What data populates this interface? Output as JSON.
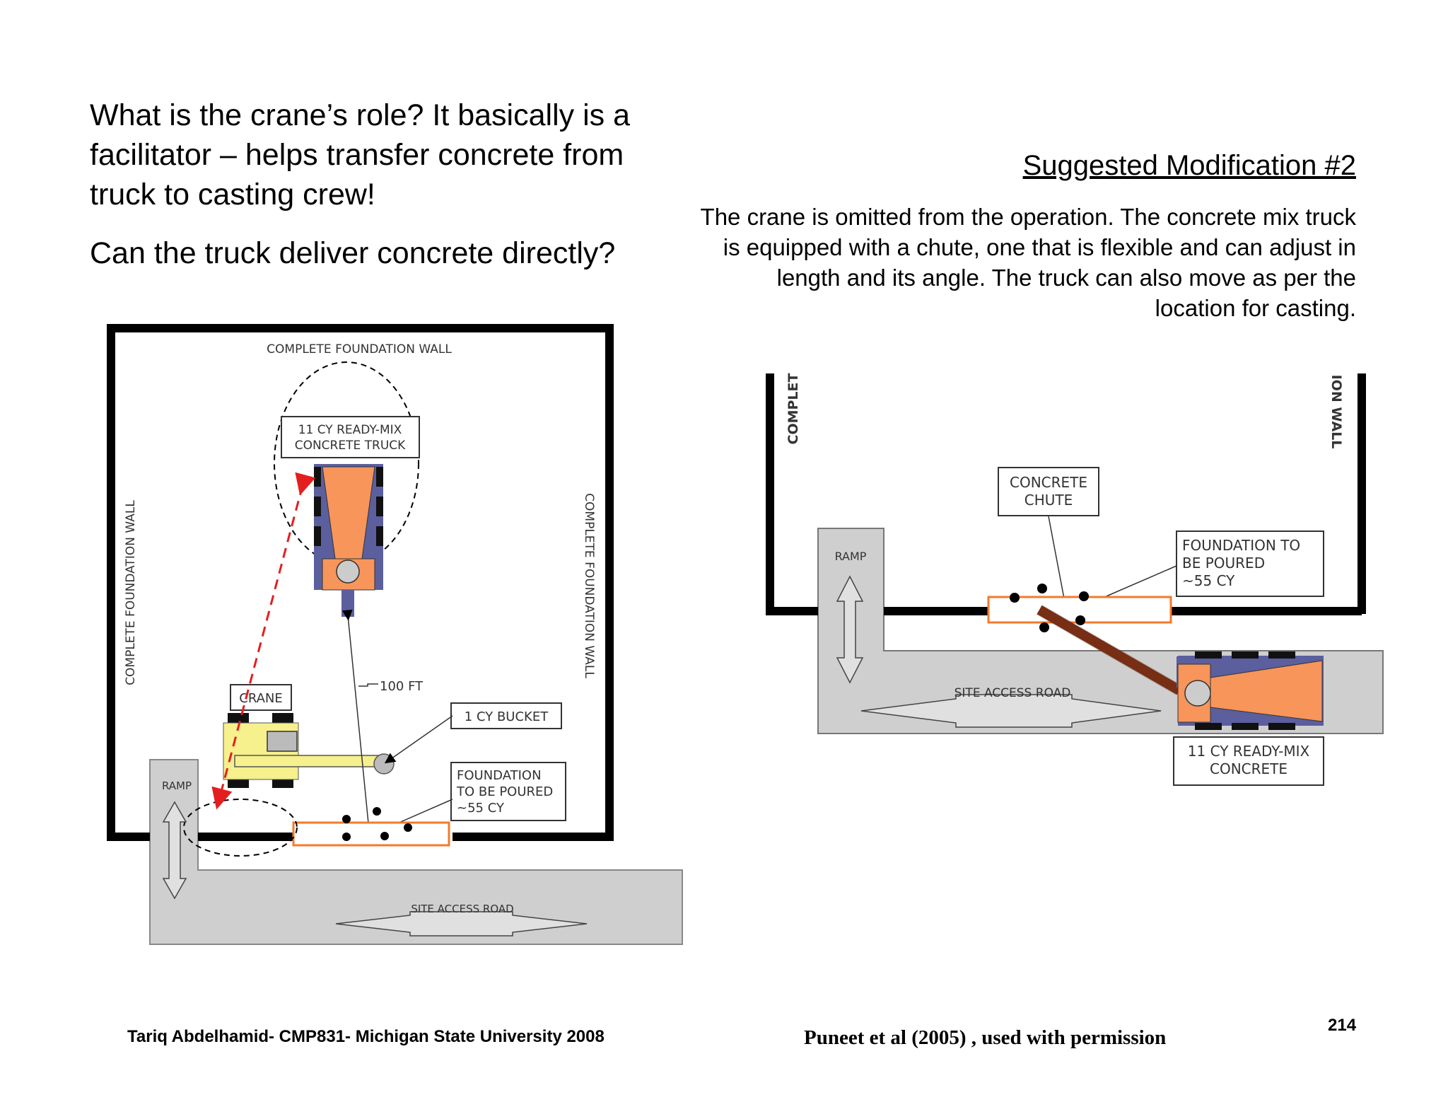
{
  "left_text": {
    "question1": "What is the crane’s role? It basically is a facilitator – helps transfer concrete from truck to casting crew!",
    "question2": "Can the truck deliver concrete directly?"
  },
  "right_text": {
    "heading": "Suggested Modification #2",
    "description": "The crane is omitted from the operation. The concrete mix truck is equipped with a chute, one that is flexible and can adjust in length and its angle. The truck can also move as per the location for casting."
  },
  "diagram_left": {
    "wall_top": "COMPLETE FOUNDATION WALL",
    "wall_left": "COMPLETE FOUNDATION WALL",
    "wall_right": "COMPLETE FOUNDATION WALL",
    "truck_line1": "11 CY READY-MIX",
    "truck_line2": "CONCRETE TRUCK",
    "crane": "CRANE",
    "distance": "100 FT",
    "bucket": "1 CY BUCKET",
    "foundation_line1": "FOUNDATION",
    "foundation_line2": "TO BE POURED",
    "foundation_line3": "~55 CY",
    "ramp": "RAMP",
    "road": "SITE ACCESS ROAD"
  },
  "diagram_right": {
    "wall_left": "COMPLET",
    "wall_right": "ION WALL",
    "chute_line1": "CONCRETE",
    "chute_line2": "CHUTE",
    "foundation_line1": "FOUNDATION TO",
    "foundation_line2": "BE POURED",
    "foundation_line3": "~55 CY",
    "ramp": "RAMP",
    "road": "SITE ACCESS ROAD",
    "truck_line1": "11 CY READY-MIX",
    "truck_line2": "CONCRETE"
  },
  "footer": {
    "author": "Tariq Abdelhamid- CMP831- Michigan State University 2008",
    "citation": "Puneet et al (2005) , used with permission",
    "page_number": "214"
  },
  "colors": {
    "truck_orange": "#f7955a",
    "truck_blue": "#5b5f9e",
    "foundation_outline": "#f47a2a",
    "crane_yellow": "#f6f08d",
    "road_gray": "#cfcfcf",
    "chute_brown": "#8b3518",
    "arrow_red": "#e41e1e"
  }
}
